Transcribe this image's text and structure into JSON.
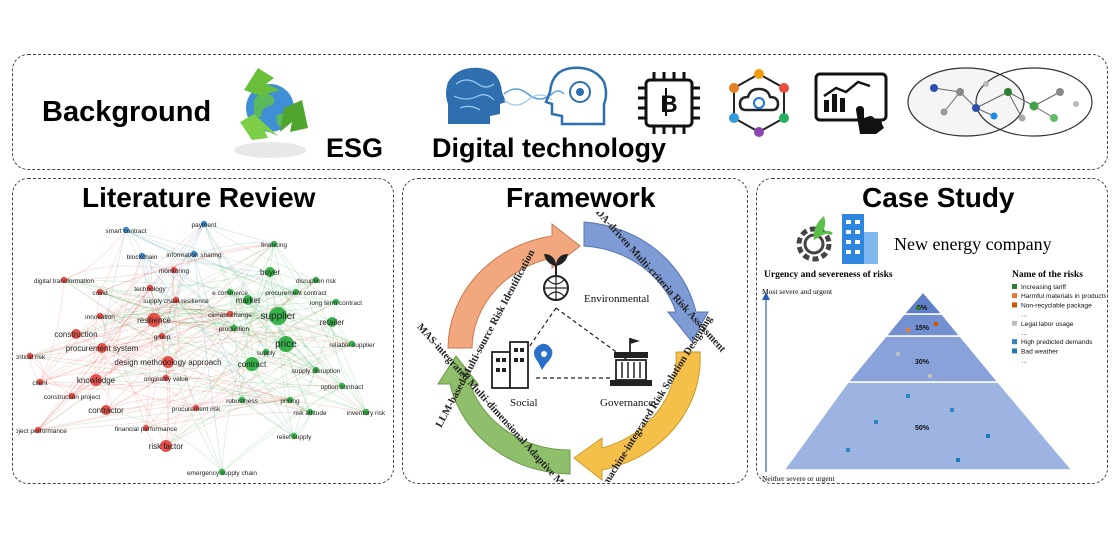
{
  "background": {
    "title": "Background",
    "esg_label": "ESG",
    "digital_label": "Digital technology"
  },
  "literature": {
    "title": "Literature Review",
    "keywords": [
      {
        "text": "payment",
        "c": "blue"
      },
      {
        "text": "smart contract",
        "c": "blue"
      },
      {
        "text": "information sharing",
        "c": "blue"
      },
      {
        "text": "financing",
        "c": "green"
      },
      {
        "text": "blockchain",
        "c": "blue"
      },
      {
        "text": "buyer",
        "c": "green"
      },
      {
        "text": "disruption risk",
        "c": "green"
      },
      {
        "text": "digital transformation",
        "c": "red"
      },
      {
        "text": "monitoring",
        "c": "red"
      },
      {
        "text": "procurement contract",
        "c": "green"
      },
      {
        "text": "covid",
        "c": "red"
      },
      {
        "text": "technology",
        "c": "red"
      },
      {
        "text": "e commerce",
        "c": "green"
      },
      {
        "text": "market",
        "c": "green"
      },
      {
        "text": "supply chain resilience",
        "c": "red"
      },
      {
        "text": "long term contract",
        "c": "green"
      },
      {
        "text": "innovation",
        "c": "red"
      },
      {
        "text": "supplier",
        "c": "green"
      },
      {
        "text": "climate change",
        "c": "red"
      },
      {
        "text": "resilience",
        "c": "red"
      },
      {
        "text": "retailer",
        "c": "green"
      },
      {
        "text": "production",
        "c": "green"
      },
      {
        "text": "construction",
        "c": "red"
      },
      {
        "text": "group",
        "c": "red"
      },
      {
        "text": "price",
        "c": "green"
      },
      {
        "text": "reliable supplier",
        "c": "green"
      },
      {
        "text": "procurement system",
        "c": "red"
      },
      {
        "text": "supply",
        "c": "green"
      },
      {
        "text": "critical risk",
        "c": "red"
      },
      {
        "text": "design methodology approach",
        "c": "red"
      },
      {
        "text": "contract",
        "c": "green"
      },
      {
        "text": "supply disruption",
        "c": "green"
      },
      {
        "text": "originality value",
        "c": "red"
      },
      {
        "text": "client",
        "c": "red"
      },
      {
        "text": "knowledge",
        "c": "red"
      },
      {
        "text": "option contract",
        "c": "green"
      },
      {
        "text": "construction project",
        "c": "red"
      },
      {
        "text": "robustness",
        "c": "green"
      },
      {
        "text": "pricing",
        "c": "green"
      },
      {
        "text": "contractor",
        "c": "red"
      },
      {
        "text": "procurement risk",
        "c": "red"
      },
      {
        "text": "risk attitude",
        "c": "green"
      },
      {
        "text": "inventory risk",
        "c": "green"
      },
      {
        "text": "project performance",
        "c": "red"
      },
      {
        "text": "financial performance",
        "c": "red"
      },
      {
        "text": "relief supply",
        "c": "green"
      },
      {
        "text": "risk factor",
        "c": "red"
      },
      {
        "text": "emergency supply chain",
        "c": "green"
      }
    ]
  },
  "framework": {
    "title": "Framework",
    "stages": [
      "LLM-based Multi-source Risk Identification",
      "BDA-driven Multi-criteria Risk Assessment",
      "Human-machine-integrated Risk Solution Designing",
      "MAS-integrated Multi-dimensional Adaptive Monitoring"
    ],
    "pillars": [
      "Environmental",
      "Social",
      "Governance"
    ],
    "colors": {
      "orange": "#f2a77e",
      "blue": "#7e9bd6",
      "yellow": "#f5c04a",
      "green": "#8fbf6a"
    }
  },
  "case": {
    "title": "Case Study",
    "company": "New energy company",
    "chart_title": "Urgency and severeness of risks",
    "axis_top": "Most severe and urgent",
    "axis_bottom": "Neither severe or urgent",
    "legend_title": "Name of the risks",
    "legend": [
      {
        "label": "Increasing tariff",
        "color": "#2e7d32"
      },
      {
        "label": "Harmful materials in products",
        "color": "#e07b39"
      },
      {
        "label": "Non-recyclable package",
        "color": "#d35400"
      },
      {
        "label": "…",
        "color": "#ffffff"
      },
      {
        "label": "Legal labor usage",
        "color": "#bdbdbd"
      },
      {
        "label": "…",
        "color": "#ffffff"
      },
      {
        "label": "High predicted demands",
        "color": "#2e86c1"
      },
      {
        "label": "Bad weather",
        "color": "#1f77b4"
      },
      {
        "label": "…",
        "color": "#ffffff"
      }
    ],
    "tiers": [
      "5%",
      "15%",
      "30%",
      "50%"
    ]
  }
}
